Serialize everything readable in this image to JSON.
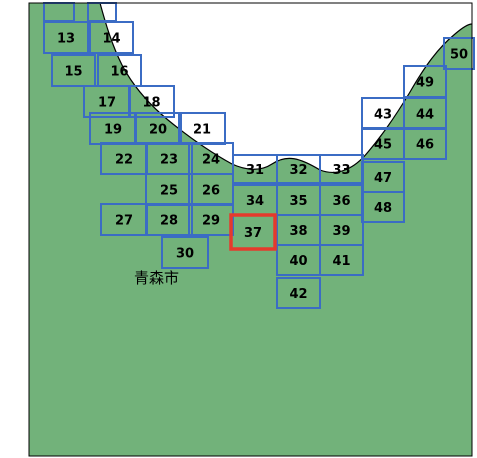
{
  "map": {
    "colors": {
      "land": "#72b27a",
      "sea": "#ffffff",
      "tile_border": "#3b6cc4",
      "selected_border": "#e53a2c",
      "coast": "#000000",
      "frame": "#000000"
    },
    "selected_tile": "37",
    "city_label": "青森市",
    "tiles": [
      {
        "id": "13",
        "label": "13"
      },
      {
        "id": "14",
        "label": "14"
      },
      {
        "id": "15",
        "label": "15"
      },
      {
        "id": "16",
        "label": "16"
      },
      {
        "id": "17",
        "label": "17"
      },
      {
        "id": "18",
        "label": "18"
      },
      {
        "id": "19",
        "label": "19"
      },
      {
        "id": "20",
        "label": "20"
      },
      {
        "id": "21",
        "label": "21"
      },
      {
        "id": "22",
        "label": "22"
      },
      {
        "id": "23",
        "label": "23"
      },
      {
        "id": "24",
        "label": "24"
      },
      {
        "id": "25",
        "label": "25"
      },
      {
        "id": "26",
        "label": "26"
      },
      {
        "id": "27",
        "label": "27"
      },
      {
        "id": "28",
        "label": "28"
      },
      {
        "id": "29",
        "label": "29"
      },
      {
        "id": "30",
        "label": "30"
      },
      {
        "id": "31",
        "label": "31"
      },
      {
        "id": "32",
        "label": "32"
      },
      {
        "id": "33",
        "label": "33"
      },
      {
        "id": "34",
        "label": "34"
      },
      {
        "id": "35",
        "label": "35"
      },
      {
        "id": "36",
        "label": "36"
      },
      {
        "id": "37",
        "label": "37"
      },
      {
        "id": "38",
        "label": "38"
      },
      {
        "id": "39",
        "label": "39"
      },
      {
        "id": "40",
        "label": "40"
      },
      {
        "id": "41",
        "label": "41"
      },
      {
        "id": "42",
        "label": "42"
      },
      {
        "id": "43",
        "label": "43"
      },
      {
        "id": "44",
        "label": "44"
      },
      {
        "id": "45",
        "label": "45"
      },
      {
        "id": "46",
        "label": "46"
      },
      {
        "id": "47",
        "label": "47"
      },
      {
        "id": "48",
        "label": "48"
      },
      {
        "id": "49",
        "label": "49"
      },
      {
        "id": "50",
        "label": "50"
      }
    ]
  }
}
